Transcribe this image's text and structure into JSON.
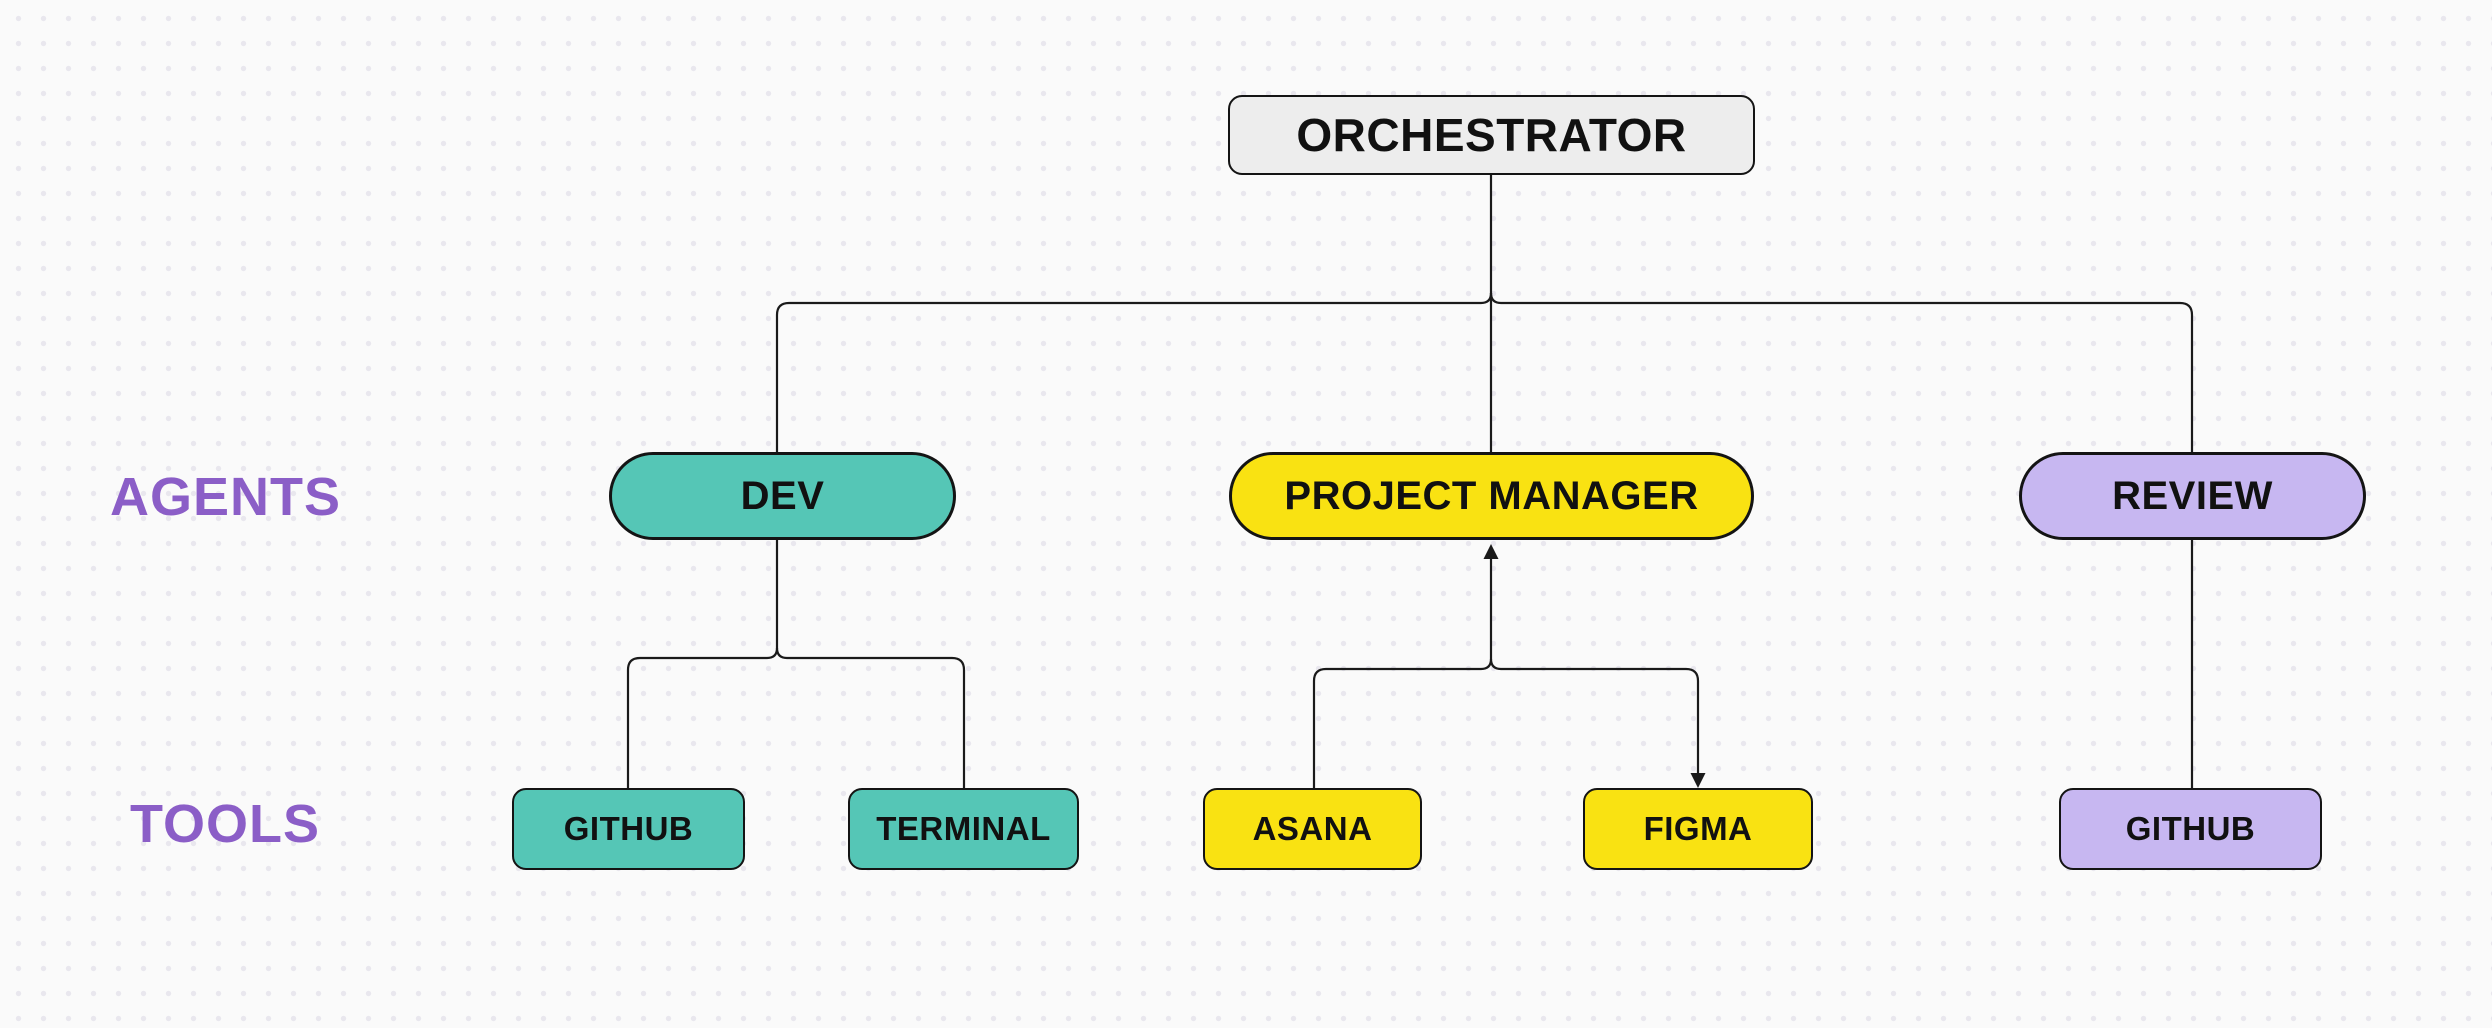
{
  "diagram": {
    "orchestrator": {
      "label": "ORCHESTRATOR"
    },
    "rows": {
      "agents_label": "AGENTS",
      "tools_label": "TOOLS"
    },
    "agents": [
      {
        "label": "DEV"
      },
      {
        "label": "PROJECT MANAGER"
      },
      {
        "label": "REVIEW"
      }
    ],
    "tools": [
      {
        "label": "GITHUB"
      },
      {
        "label": "TERMINAL"
      },
      {
        "label": "ASANA"
      },
      {
        "label": "FIGMA"
      },
      {
        "label": "GITHUB"
      }
    ],
    "colors": {
      "teal": "#55C6B6",
      "yellow": "#F9E212",
      "lavender": "#C7B7F1",
      "root_fill": "#EDEDED",
      "line": "#1A1A1A",
      "row_label": "#8B5EC7",
      "background": "#FAFAFA"
    }
  }
}
